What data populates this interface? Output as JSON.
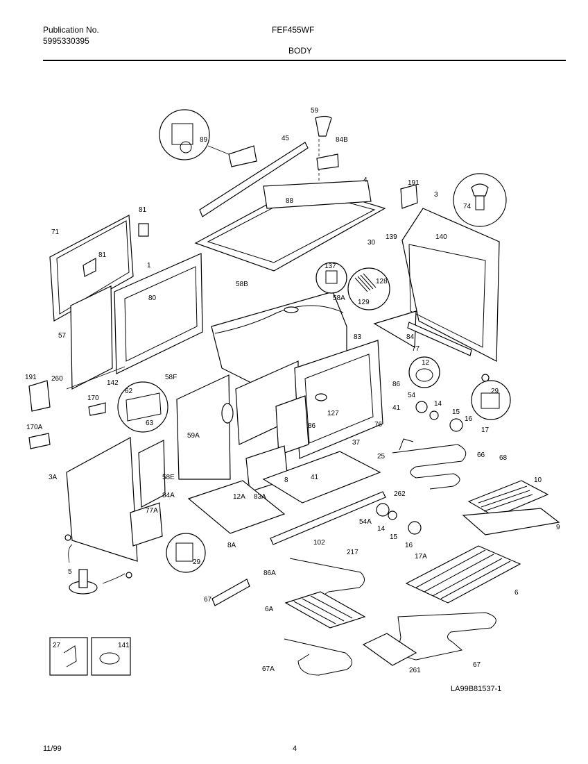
{
  "header": {
    "publication_label": "Publication No.",
    "publication_number": "5995330395",
    "model": "FEF455WF",
    "section": "BODY"
  },
  "footer": {
    "date": "11/99",
    "page": "4",
    "drawing_id": "LA99B81537-1"
  },
  "callouts": {
    "c59": "59",
    "c45": "45",
    "c84B": "84B",
    "c89": "89",
    "c4": "4",
    "c191": "191",
    "c3": "3",
    "c74": "74",
    "c88": "88",
    "c81a": "81",
    "c71": "71",
    "c81b": "81",
    "c1": "1",
    "c30": "30",
    "c139": "139",
    "c140": "140",
    "c137": "137",
    "c128": "128",
    "c129": "129",
    "c58B": "58B",
    "c58A": "58A",
    "c80": "80",
    "c57": "57",
    "c84": "84",
    "c77": "77",
    "c83": "83",
    "c12": "12",
    "c86a": "86",
    "c29a": "29",
    "c191b": "191",
    "c260": "260",
    "c142": "142",
    "c62": "62",
    "c58F": "58F",
    "c63": "63",
    "c170": "170",
    "c54": "54",
    "c14a": "14",
    "c15a": "15",
    "c41a": "41",
    "c127": "127",
    "c16a": "16",
    "c76": "76",
    "c17": "17",
    "c170A": "170A",
    "c59A": "59A",
    "c86b": "86",
    "c37": "37",
    "c66": "66",
    "c68": "68",
    "c25": "25",
    "c3A": "3A",
    "c58E": "58E",
    "c84A": "84A",
    "c41b": "41",
    "c8": "8",
    "c10": "10",
    "c12A": "12A",
    "c83A": "83A",
    "c262": "262",
    "c9": "9",
    "c54A": "54A",
    "c14b": "14",
    "c15b": "15",
    "c16b": "16",
    "c77A": "77A",
    "c29b": "29",
    "c8A": "8A",
    "c102": "102",
    "c217": "217",
    "c17A": "17A",
    "c5": "5",
    "c86A": "86A",
    "c6": "6",
    "c67": "67",
    "c6A": "6A",
    "c27": "27",
    "c141": "141",
    "c67A": "67A",
    "c261": "261",
    "c67b": "67"
  }
}
